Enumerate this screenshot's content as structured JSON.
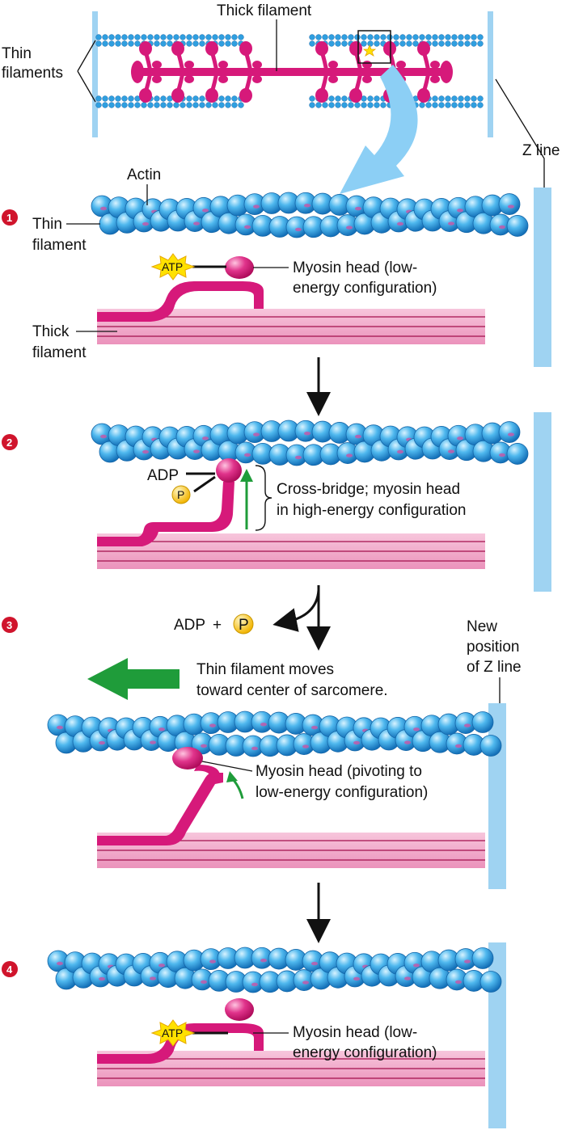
{
  "overview": {
    "thick_filament_label": "Thick filament",
    "thin_filaments_label_line1": "Thin",
    "thin_filaments_label_line2": "filaments",
    "z_line_label": "Z line"
  },
  "steps": [
    {
      "number": "1",
      "actin_label": "Actin",
      "thin_filament_line1": "Thin",
      "thin_filament_line2": "filament",
      "thick_filament_line1": "Thick",
      "thick_filament_line2": "filament",
      "atp_label": "ATP",
      "myosin_line1": "Myosin head (low-",
      "myosin_line2": "energy configuration)"
    },
    {
      "number": "2",
      "adp_label": "ADP",
      "p_label": "P",
      "crossbridge_line1": "Cross-bridge; myosin head",
      "crossbridge_line2": "in high-energy configuration"
    },
    {
      "number": "3",
      "release_adp": "ADP",
      "release_plus": "+",
      "release_p": "P",
      "move_line1": "Thin filament moves",
      "move_line2": "toward center of sarcomere.",
      "new_z_line1": "New",
      "new_z_line2": "position",
      "new_z_line3": "of Z line",
      "myosin_line1": "Myosin head (pivoting to",
      "myosin_line2": "low-energy configuration)"
    },
    {
      "number": "4",
      "atp_label": "ATP",
      "myosin_line1": "Myosin head (low-",
      "myosin_line2": "energy configuration)"
    }
  ],
  "colors": {
    "z_line": "#9fd3f2",
    "myosin": "#d6197a",
    "thick_filament": "#f0a9c8",
    "thick_lines": "#b0104f",
    "actin": "#2f9fe0",
    "actin_light": "#bde7fb",
    "atp_star": "#ffe100",
    "phosphate": "#f7c72a",
    "step_badge": "#d0142c",
    "green_arrow": "#1f9c3a"
  }
}
